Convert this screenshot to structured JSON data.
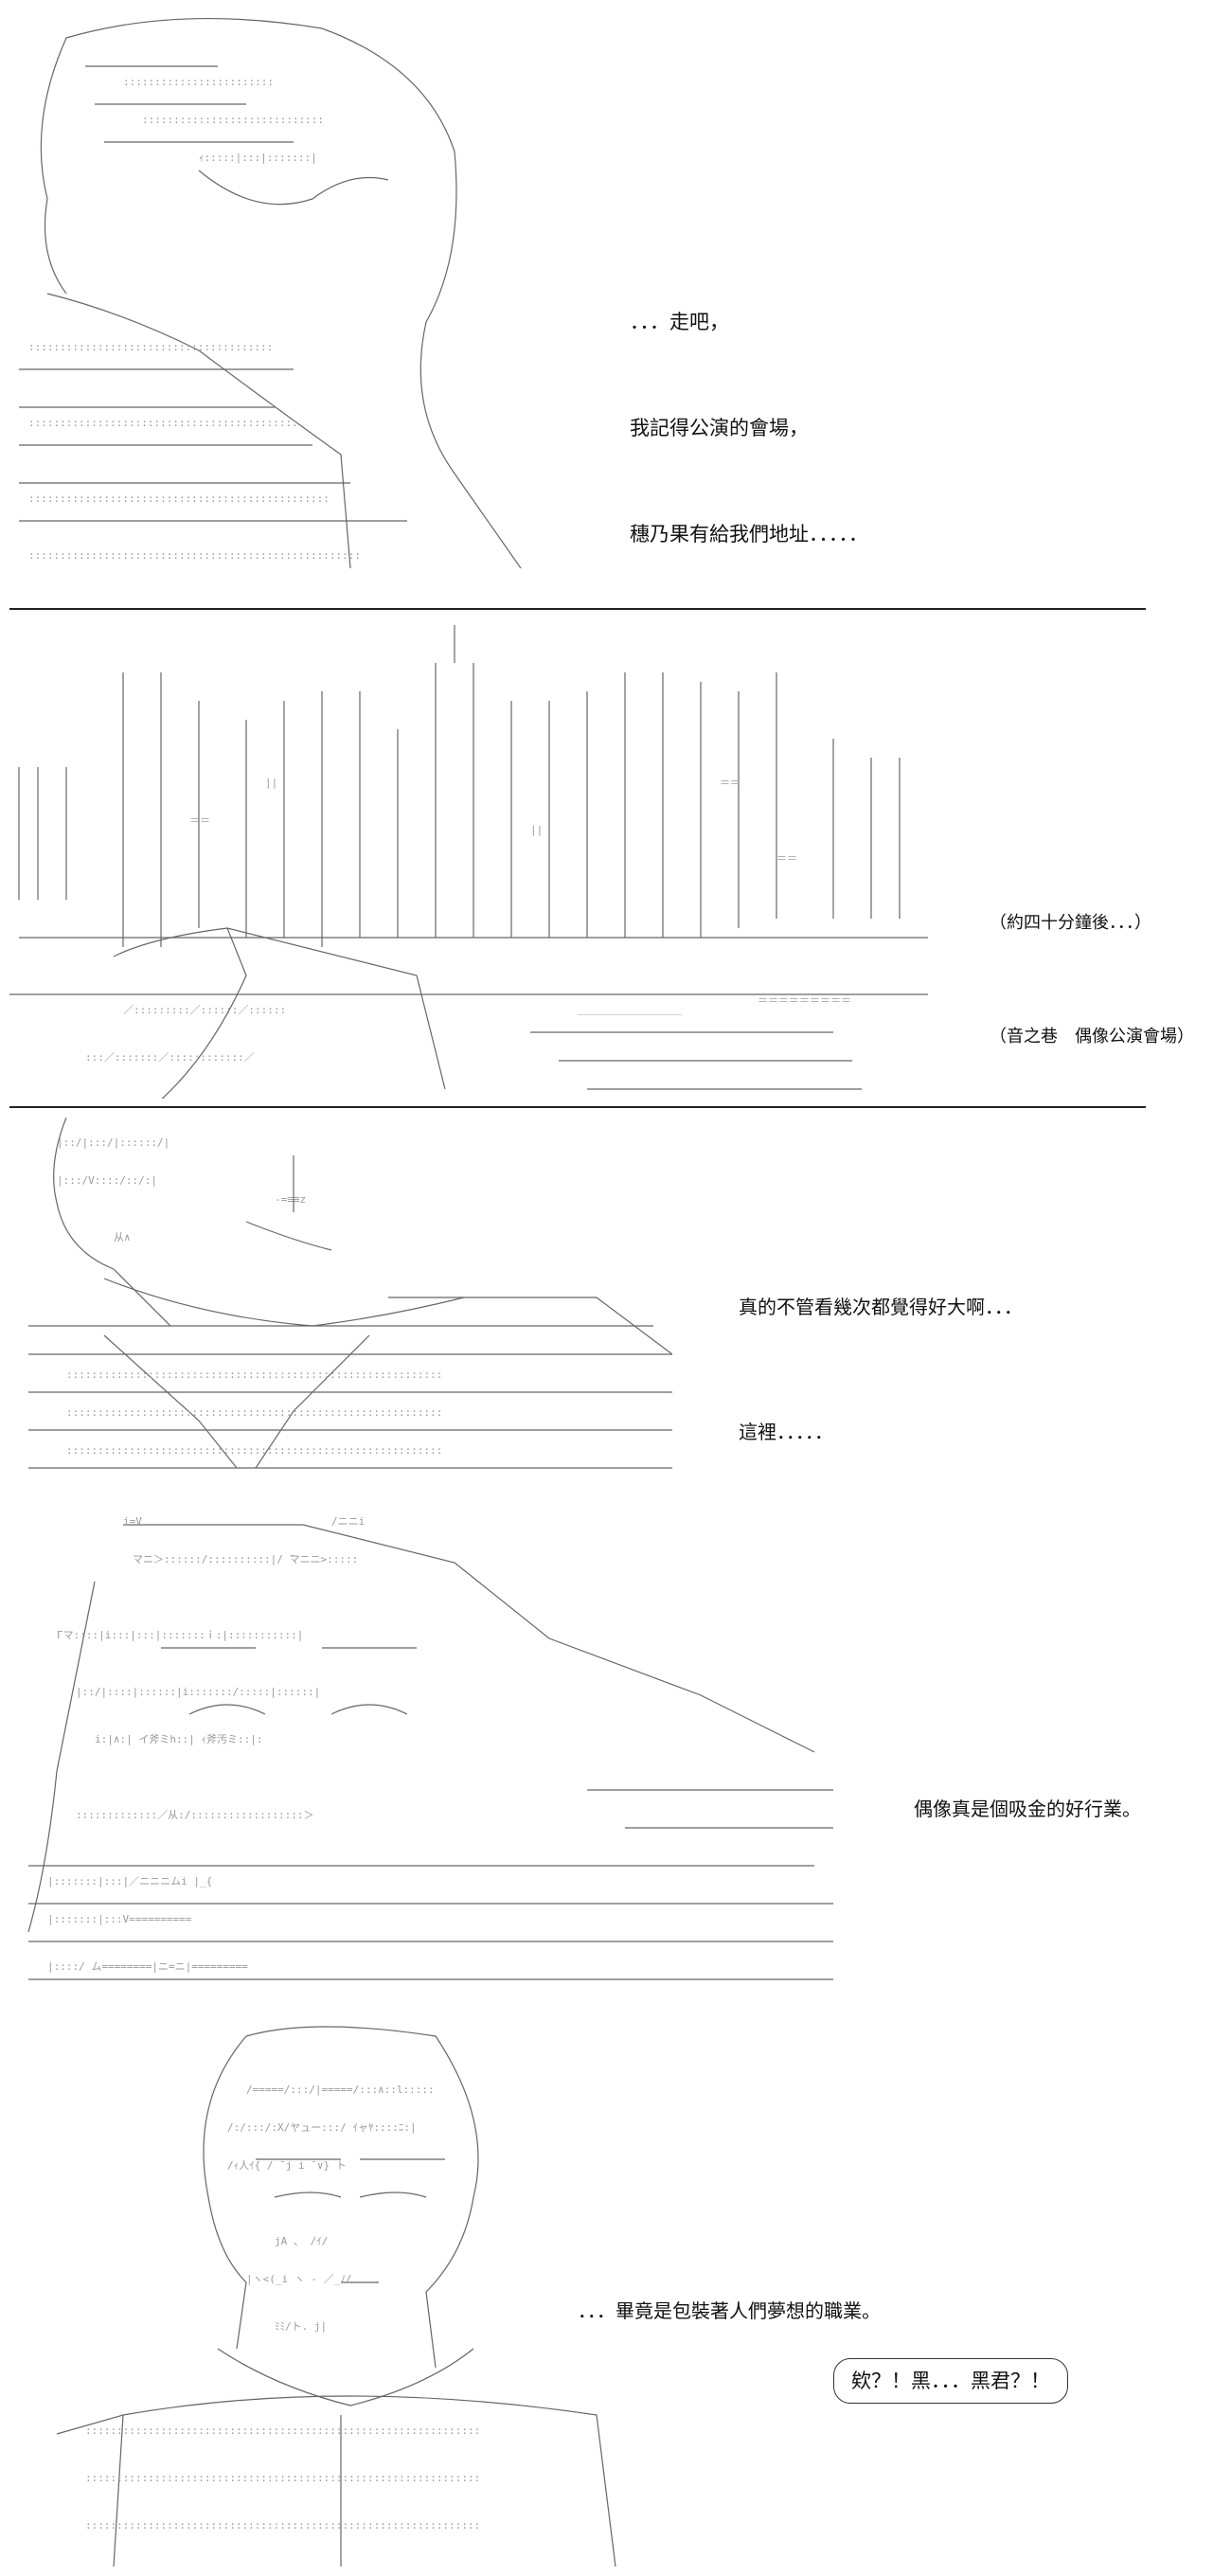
{
  "panels": [
    {
      "id": "scene-1",
      "art_subject": "character-profile-ascii",
      "lines": [
        "．．．走吧，",
        "我記得公演的會場，",
        "穗乃果有給我們地址．．．．．"
      ]
    },
    {
      "id": "scene-2",
      "art_subject": "city-skyline-ascii",
      "lines": [
        "（約四十分鐘後．．．）",
        "（音之巷　偶像公演會場）"
      ]
    },
    {
      "id": "scene-3",
      "art_subject": "character-looking-up-ascii",
      "lines": [
        "真的不管看幾次都覺得好大啊．．．",
        "這裡．．．．．"
      ]
    },
    {
      "id": "scene-4",
      "art_subject": "character-close-up-ascii",
      "lines": [
        "偶像真是個吸金的好行業。"
      ]
    },
    {
      "id": "scene-5",
      "art_subject": "character-front-ascii",
      "lines": [
        "．．．畢竟是包裝著人們夢想的職業。"
      ],
      "bubble": "欸？！黑．．．黑君？！"
    }
  ],
  "colors": {
    "background": "#ffffff",
    "text": "#111111",
    "art": "#555555",
    "divider": "#222222"
  }
}
